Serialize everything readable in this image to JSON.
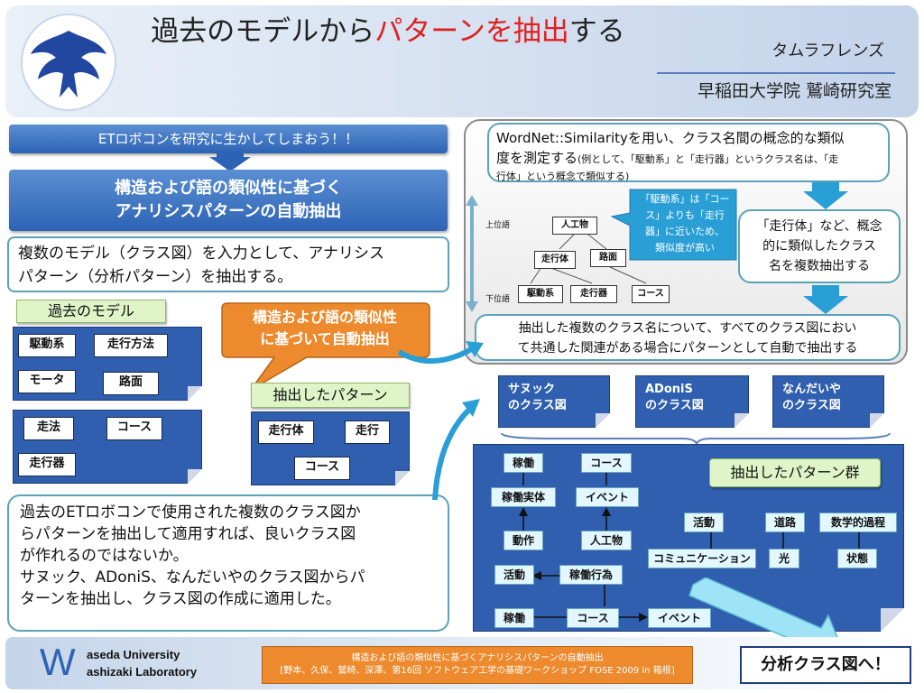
{
  "header": {
    "title_part1": "過去のモデルから",
    "title_part2": "パターンを抽出",
    "title_part3": "する",
    "team": "タムラフレンズ",
    "lab": "早稲田大学院 鷲崎研究室"
  },
  "left": {
    "banner": "ETロボコンを研究に生かしてしまおう！！",
    "theme_line1": "構造および語の類似性に基づく",
    "theme_line2": "アナリシスパターンの自動抽出",
    "summary_line1": "複数のモデル（クラス図）を入力として、アナリシス",
    "summary_line2": "パターン（分析パターン）を抽出する。",
    "past_models_tag": "過去のモデル",
    "model1": {
      "a": "駆動系",
      "b": "走行方法",
      "c": "モータ",
      "d": "路面"
    },
    "model2": {
      "a": "走法",
      "b": "コース",
      "c": "走行器"
    },
    "callout_line1": "構造および語の類似性",
    "callout_line2": "に基づいて自動抽出",
    "extracted_tag": "抽出したパターン",
    "pattern": {
      "a": "走行体",
      "b": "走行",
      "c": "コース"
    },
    "bottom_text": [
      "過去のETロボコンで使用された複数のクラス図か",
      "らパターンを抽出して適用すれば、良いクラス図",
      "が作れるのではないか。",
      "サヌック、ADoniS、なんだいやのクラス図からパ",
      "ターンを抽出し、クラス図の作成に適用した。"
    ]
  },
  "right": {
    "wordnet_line1": "WordNet::Similarityを用い、クラス名間の概念的な類似",
    "wordnet_line2": "度を測定する",
    "wordnet_note_line1": "(例として、「駆動系」と「走行器」というクラス名は、「走",
    "wordnet_note_line2": "行体」という概念で類似する)",
    "upper_term": "上位語",
    "lower_term": "下位語",
    "tree": {
      "root": "人工物",
      "mid1": "走行体",
      "mid2": "路面",
      "leaf1": "駆動系",
      "leaf2": "走行器",
      "leaf3": "コース"
    },
    "bubble_lines": [
      "「駆動系」は「コー",
      "ス」よりも「走行",
      "器」に近いため、",
      "類似度が高い"
    ],
    "similar_lines": [
      "「走行体」など、概念",
      "的に類似したクラス",
      "名を複数抽出する"
    ],
    "extract_line1": "抽出した複数のクラス名について、すべてのクラス図におい",
    "extract_line2": "て共通した関連がある場合にパターンとして自動で抽出する",
    "sources": [
      {
        "line1": "サヌック",
        "line2": "のクラス図"
      },
      {
        "line1": "ADoniS",
        "line2": "のクラス図"
      },
      {
        "line1": "なんだいや",
        "line2": "のクラス図"
      }
    ],
    "patterns_tag": "抽出したパターン群",
    "patterns": {
      "p1": "稼働",
      "p2": "コース",
      "p3": "稼働実体",
      "p4": "イベント",
      "p5": "動作",
      "p6": "人工物",
      "p7": "活動",
      "p8": "稼働行為",
      "p9": "稼働",
      "p10": "コース",
      "p11": "イベント",
      "p12": "活動",
      "p13": "コミュニケーション",
      "p14": "道路",
      "p15": "光",
      "p16": "数学的過程",
      "p17": "状態"
    }
  },
  "footer": {
    "w_letter": "W",
    "univ_line1": "aseda University",
    "univ_line2": "ashizaki Laboratory",
    "cite_line1": "構造および語の類似性に基づくアナリシスパターンの自動抽出",
    "cite_line2": "[野本、久保、鷲崎、深澤、第16回 ソフトウェア工学の基礎ワークショップ FOSE 2009 in 箱根]",
    "next": "分析クラス図へ！"
  },
  "colors": {
    "accent_red": "#e0201f",
    "note_blue": "#2f5fae",
    "banner_blue": "#2d63b4",
    "callout_orange": "#ec8a2d",
    "arrow_cyan": "#2a9fd6"
  }
}
